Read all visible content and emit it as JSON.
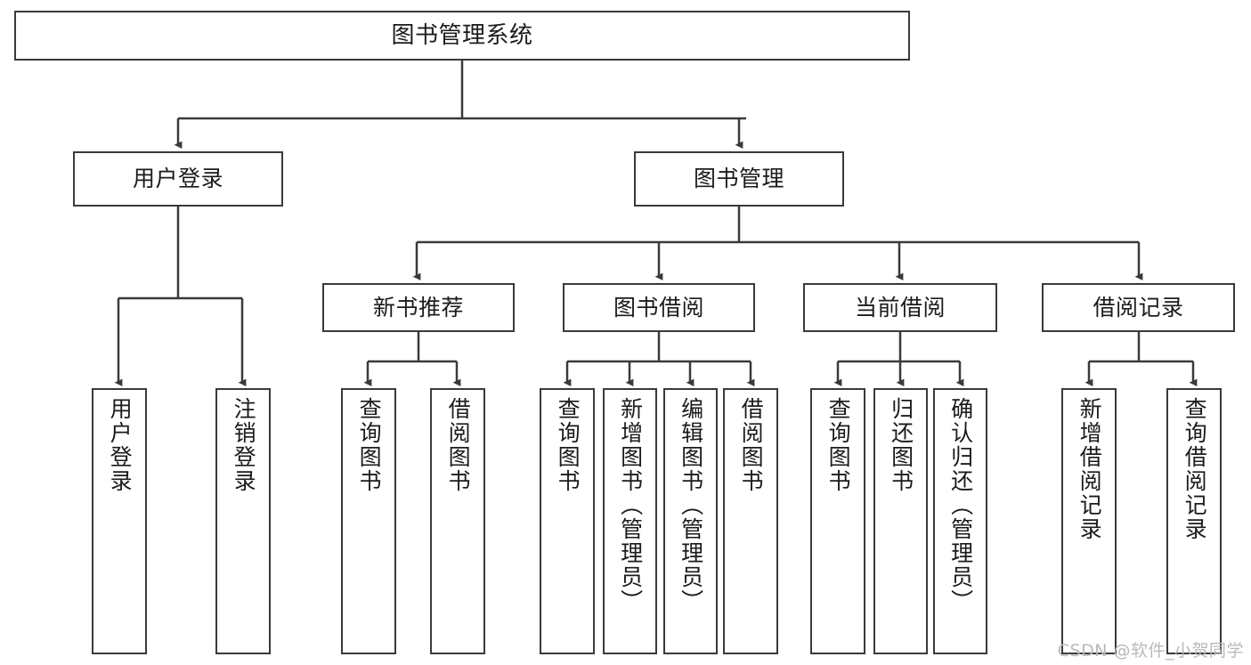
{
  "diagram": {
    "title": "图书管理系统",
    "watermark": "CSDN @软件_小贺同学",
    "line_color": "#3a3a3a",
    "box_fill": "#ffffff",
    "text_color": "#1b1b1b",
    "watermark_color": "#b9b9b9"
  },
  "nodes": {
    "root": {
      "label": "图书管理系统"
    },
    "level2": [
      {
        "label": "用户登录"
      },
      {
        "label": "图书管理"
      }
    ],
    "level3": [
      {
        "label": "新书推荐"
      },
      {
        "label": "图书借阅"
      },
      {
        "label": "当前借阅"
      },
      {
        "label": "借阅记录"
      }
    ],
    "leaves": {
      "user_login": [
        {
          "label": "用户登录"
        },
        {
          "label": "注销登录"
        }
      ],
      "new_book_recommend": [
        {
          "label": "查询图书"
        },
        {
          "label": "借阅图书"
        }
      ],
      "book_borrow": [
        {
          "label": "查询图书"
        },
        {
          "label": "新增图书（管理员）"
        },
        {
          "label": "编辑图书（管理员）"
        },
        {
          "label": "借阅图书"
        }
      ],
      "current_borrow": [
        {
          "label": "查询图书"
        },
        {
          "label": "归还图书"
        },
        {
          "label": "确认归还（管理员）"
        }
      ],
      "borrow_record": [
        {
          "label": "新增借阅记录"
        },
        {
          "label": "查询借阅记录"
        }
      ]
    }
  }
}
